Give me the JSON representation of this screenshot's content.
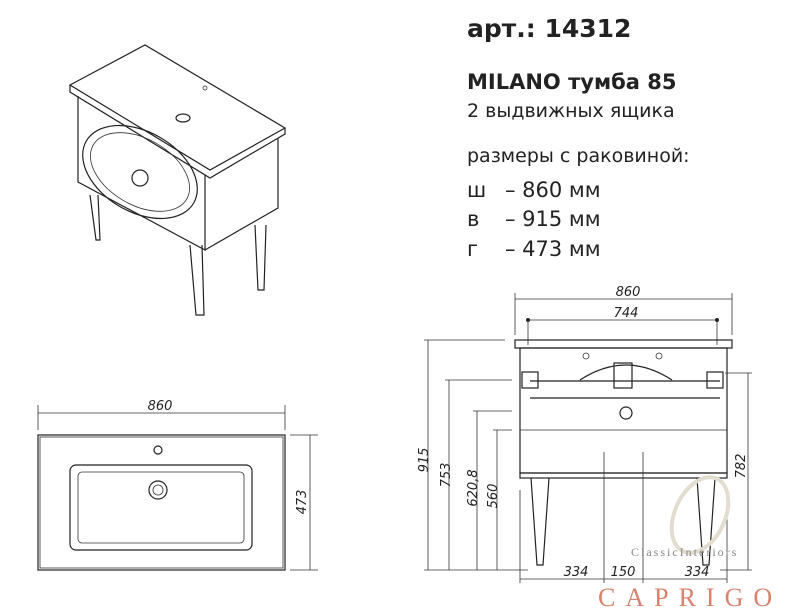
{
  "article": "арт.: 14312",
  "title": "MILANO  тумба 85",
  "subtitle": "2 выдвижных ящика",
  "sizes_heading": "размеры с раковиной:",
  "sizes": [
    {
      "key": "ш",
      "value": "– 860 мм"
    },
    {
      "key": "в",
      "value": "– 915 мм"
    },
    {
      "key": "г",
      "value": "– 473 мм"
    }
  ],
  "top_view": {
    "width": "860",
    "depth": "473"
  },
  "front_view": {
    "width": "860",
    "inner_width": "744",
    "heights": [
      "915",
      "753",
      "620,8",
      "560"
    ],
    "right_height": "782",
    "bottom": [
      "334",
      "150",
      "334"
    ]
  },
  "logo": {
    "line1": "ClassicInteriors",
    "line2": "CAPRIGO",
    "color": "#d9826e"
  }
}
